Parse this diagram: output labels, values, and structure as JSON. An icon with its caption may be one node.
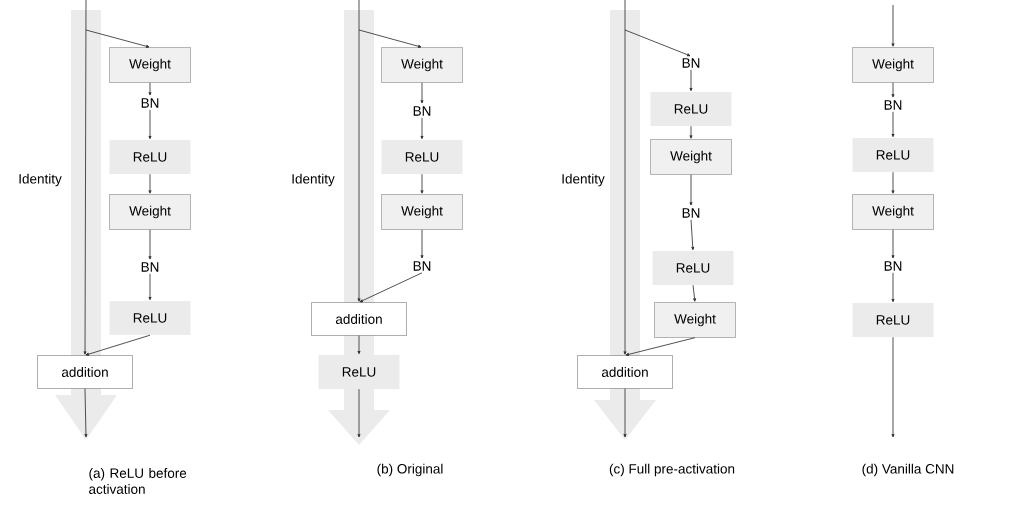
{
  "diagram": {
    "nodes": [
      {
        "text": [
          "Weight"
        ]
      },
      {
        "text": [
          "BN"
        ]
      },
      {
        "text": [
          "ReLU"
        ]
      },
      {
        "text": [
          "Weight"
        ]
      },
      {
        "text": [
          "BN"
        ]
      },
      {
        "text": [
          "ReLU"
        ]
      },
      {
        "text": [
          "addition"
        ]
      },
      {
        "text": [
          "Weight"
        ]
      },
      {
        "text": [
          "BN"
        ]
      },
      {
        "text": [
          "ReLU"
        ]
      },
      {
        "text": [
          "Weight"
        ]
      },
      {
        "text": [
          "BN"
        ]
      },
      {
        "text": [
          "addition"
        ]
      },
      {
        "text": [
          "ReLU"
        ]
      },
      {
        "text": [
          "BN"
        ]
      },
      {
        "text": [
          "ReLU"
        ]
      },
      {
        "text": [
          "Weight"
        ]
      },
      {
        "text": [
          "BN"
        ]
      },
      {
        "text": [
          "ReLU"
        ]
      },
      {
        "text": [
          "Weight"
        ]
      },
      {
        "text": [
          "addition"
        ]
      },
      {
        "text": [
          "Weight"
        ]
      },
      {
        "text": [
          "BN"
        ]
      },
      {
        "text": [
          "ReLU"
        ]
      },
      {
        "text": [
          "Weight"
        ]
      },
      {
        "text": [
          "BN"
        ]
      },
      {
        "text": [
          "ReLU"
        ]
      }
    ],
    "edges": [
      {
        "from": null,
        "to": 0,
        "arrow": "to"
      },
      {
        "from": 0,
        "to": 1,
        "arrow": "to"
      },
      {
        "from": 1,
        "to": 2,
        "arrow": "to"
      },
      {
        "from": 2,
        "to": 3,
        "arrow": "to"
      },
      {
        "from": 3,
        "to": 4,
        "arrow": "to"
      },
      {
        "from": 4,
        "to": 5,
        "arrow": "to"
      },
      {
        "from": 5,
        "to": 6,
        "arrow": "to"
      },
      {
        "from": null,
        "to": 6,
        "arrow": "to"
      },
      {
        "from": 6,
        "to": null,
        "arrow": "to"
      },
      {
        "from": null,
        "to": 7,
        "arrow": "to"
      },
      {
        "from": 7,
        "to": 8,
        "arrow": "to"
      },
      {
        "from": 8,
        "to": 9,
        "arrow": "to"
      },
      {
        "from": 9,
        "to": 10,
        "arrow": "to"
      },
      {
        "from": 10,
        "to": 11,
        "arrow": "to"
      },
      {
        "from": 11,
        "to": 12,
        "arrow": "to"
      },
      {
        "from": null,
        "to": 12,
        "arrow": "to"
      },
      {
        "from": 12,
        "to": 13,
        "arrow": "to"
      },
      {
        "from": 13,
        "to": null,
        "arrow": "to"
      },
      {
        "from": null,
        "to": 14,
        "arrow": "to"
      },
      {
        "from": 14,
        "to": 15,
        "arrow": "to"
      },
      {
        "from": 15,
        "to": 16,
        "arrow": "to"
      },
      {
        "from": 16,
        "to": 17,
        "arrow": "to"
      },
      {
        "from": 17,
        "to": 18,
        "arrow": "to"
      },
      {
        "from": 18,
        "to": 19,
        "arrow": "to"
      },
      {
        "from": 19,
        "to": 20,
        "arrow": "to"
      },
      {
        "from": null,
        "to": 20,
        "arrow": "to"
      },
      {
        "from": 20,
        "to": null,
        "arrow": "to"
      },
      {
        "from": null,
        "to": 21,
        "arrow": "to"
      },
      {
        "from": 21,
        "to": 22,
        "arrow": "to"
      },
      {
        "from": 22,
        "to": 23,
        "arrow": "to"
      },
      {
        "from": 23,
        "to": 24,
        "arrow": "to"
      },
      {
        "from": 24,
        "to": 25,
        "arrow": "to"
      },
      {
        "from": 25,
        "to": 26,
        "arrow": "to"
      },
      {
        "from": 26,
        "to": null,
        "arrow": "to"
      }
    ],
    "labels": [
      "Identity",
      "Identity",
      "Identity",
      "(a) ReLU before activation",
      "(b) Original",
      "(c) Full pre-activation",
      "(d) Vanilla CNN"
    ]
  }
}
